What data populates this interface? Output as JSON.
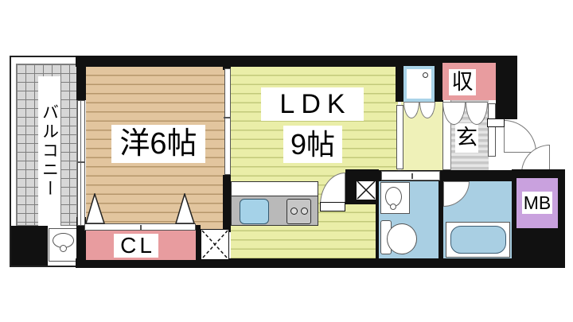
{
  "title": "1LDK apartment floor plan",
  "labels": {
    "balcony": "バルコニー",
    "western_room": "洋6帖",
    "ldk": "LDK",
    "ldk_size": "9帖",
    "storage": "収",
    "entrance": "玄",
    "closet": "CL",
    "meter_box": "MB"
  },
  "colors": {
    "wall": "#111111",
    "western_room_floor": "#E2C59E",
    "ldk_floor": "#EAEEA8",
    "closet_pink": "#E89C9F",
    "wet_area_blue": "#A9CFE3",
    "washer_pan_blue": "#A9D3E8",
    "meter_box_purple": "#C9A1DE",
    "balcony_gray": "#D7D7D7",
    "genkan_gray": "#C8C8C8"
  },
  "fixtures": [
    "kitchen-sink",
    "gas-stove-2-burner",
    "bathtub",
    "toilet",
    "hand-basin",
    "washing-machine-pan",
    "balcony-slop-sink",
    "pipe-shaft-x2",
    "entrance-double-door",
    "closet-bifold-doors"
  ]
}
